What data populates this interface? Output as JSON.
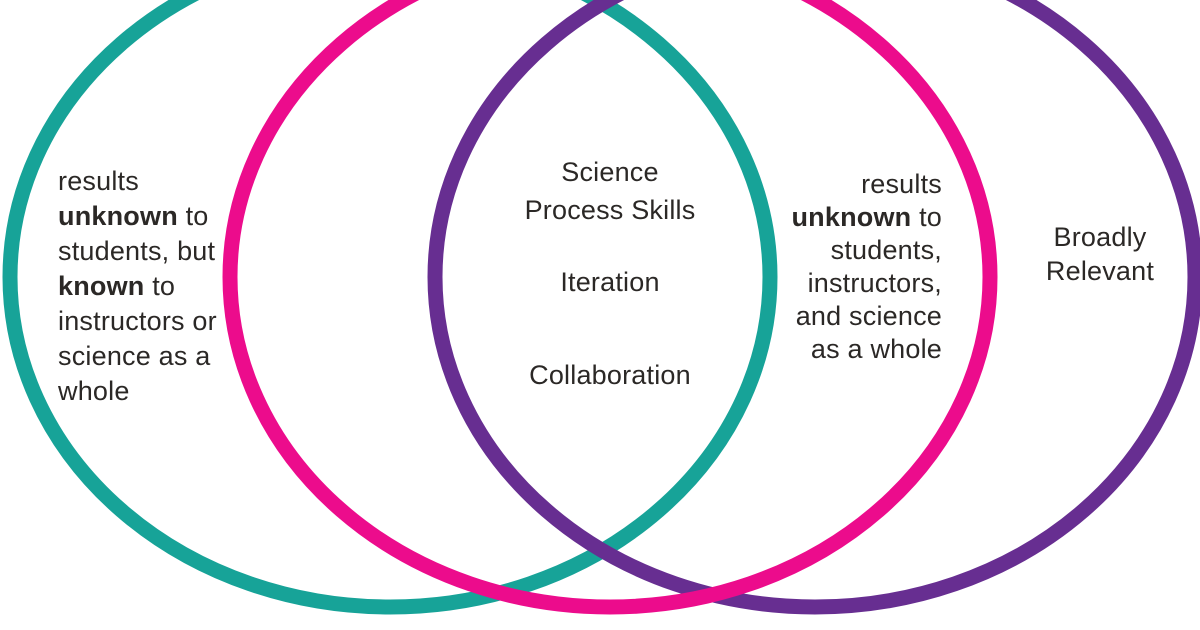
{
  "colors": {
    "teal": "#17A398",
    "pink": "#EC0C8C",
    "purple": "#672E91",
    "text": "#2B2826",
    "background": "#FFFFFF"
  },
  "diagram": {
    "type": "venn",
    "description": "Three overlapping circles (teal left, pink center, purple right) with region labels",
    "circles": [
      {
        "id": "teal-circle",
        "color": "#17A398"
      },
      {
        "id": "pink-circle",
        "color": "#EC0C8C"
      },
      {
        "id": "purple-circle",
        "color": "#672E91"
      }
    ]
  },
  "regions": {
    "left": {
      "lines": [
        {
          "segments": [
            {
              "text": "results",
              "bold": false
            }
          ]
        },
        {
          "segments": [
            {
              "text": "unknown",
              "bold": true
            },
            {
              "text": " to",
              "bold": false
            }
          ]
        },
        {
          "segments": [
            {
              "text": "students, but",
              "bold": false
            }
          ]
        },
        {
          "segments": [
            {
              "text": "known",
              "bold": true
            },
            {
              "text": " to",
              "bold": false
            }
          ]
        },
        {
          "segments": [
            {
              "text": "instructors or",
              "bold": false
            }
          ]
        },
        {
          "segments": [
            {
              "text": "science as a",
              "bold": false
            }
          ]
        },
        {
          "segments": [
            {
              "text": "whole",
              "bold": false
            }
          ]
        }
      ]
    },
    "center": {
      "science_skills": [
        "Science",
        "Process Skills"
      ],
      "iteration": "Iteration",
      "collaboration": "Collaboration"
    },
    "right_overlap": {
      "lines": [
        {
          "segments": [
            {
              "text": "results",
              "bold": false
            }
          ]
        },
        {
          "segments": [
            {
              "text": "unknown",
              "bold": true
            },
            {
              "text": " to",
              "bold": false
            }
          ]
        },
        {
          "segments": [
            {
              "text": "students,",
              "bold": false
            }
          ]
        },
        {
          "segments": [
            {
              "text": "instructors,",
              "bold": false
            }
          ]
        },
        {
          "segments": [
            {
              "text": "and science",
              "bold": false
            }
          ]
        },
        {
          "segments": [
            {
              "text": "as a whole",
              "bold": false
            }
          ]
        }
      ]
    },
    "broadly": {
      "lines": [
        "Broadly",
        "Relevant"
      ]
    }
  }
}
